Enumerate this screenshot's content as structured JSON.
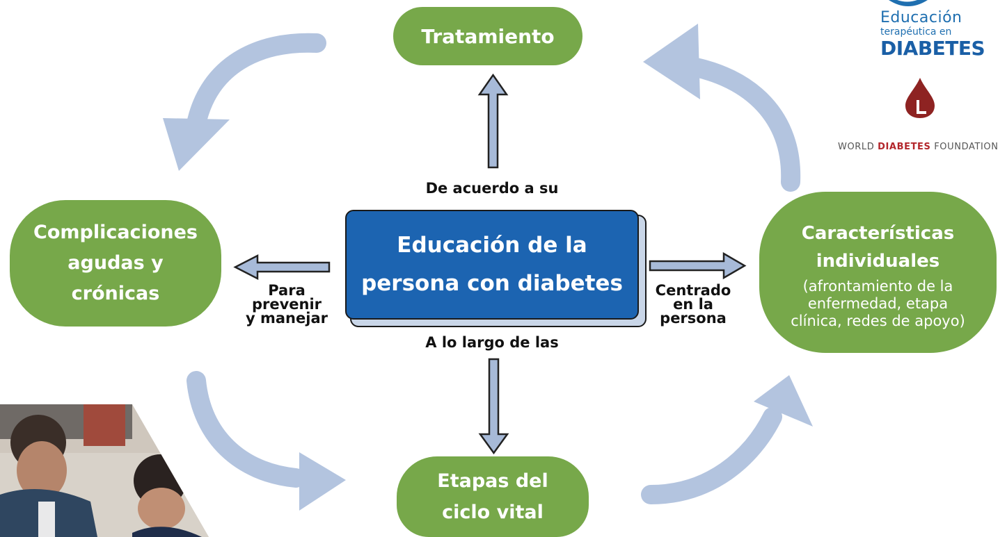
{
  "nodes": {
    "tratamiento": {
      "line1": "Tratamiento"
    },
    "complicaciones": {
      "line1": "Complicaciones",
      "line2": "agudas y",
      "line3": "crónicas"
    },
    "etapas": {
      "line1": "Etapas del",
      "line2": "ciclo vital"
    },
    "caracteristicas": {
      "title1": "Características",
      "title2": "individuales",
      "desc1": "(afrontamiento de la",
      "desc2": "enfermedad, etapa",
      "desc3": "clínica, redes de apoyo)"
    }
  },
  "center": {
    "line1": "Educación de la",
    "line2": "persona con diabetes"
  },
  "connectors": {
    "top": "De acuerdo a su",
    "bottom": "A lo largo de las",
    "left": {
      "line1": "Para",
      "line2": "prevenir",
      "line3": "y manejar"
    },
    "right": {
      "line1": "Centrado",
      "line2": "en la",
      "line3": "persona"
    }
  },
  "logos": {
    "edu": {
      "line1": "Educación",
      "line2": "terapéutica en",
      "line3": "DIABETES"
    },
    "wdf": {
      "part1": "WORLD ",
      "part2": "DIABETES",
      "part3": " FOUNDATION"
    }
  },
  "colors": {
    "node_green": "#77a84a",
    "center_blue": "#1c64b1",
    "cycle_arrow": "#b3c4df",
    "connector_arrow": "#a7bad8",
    "logo_blue": "#1f6fb0",
    "wdf_red": "#b3262b"
  }
}
